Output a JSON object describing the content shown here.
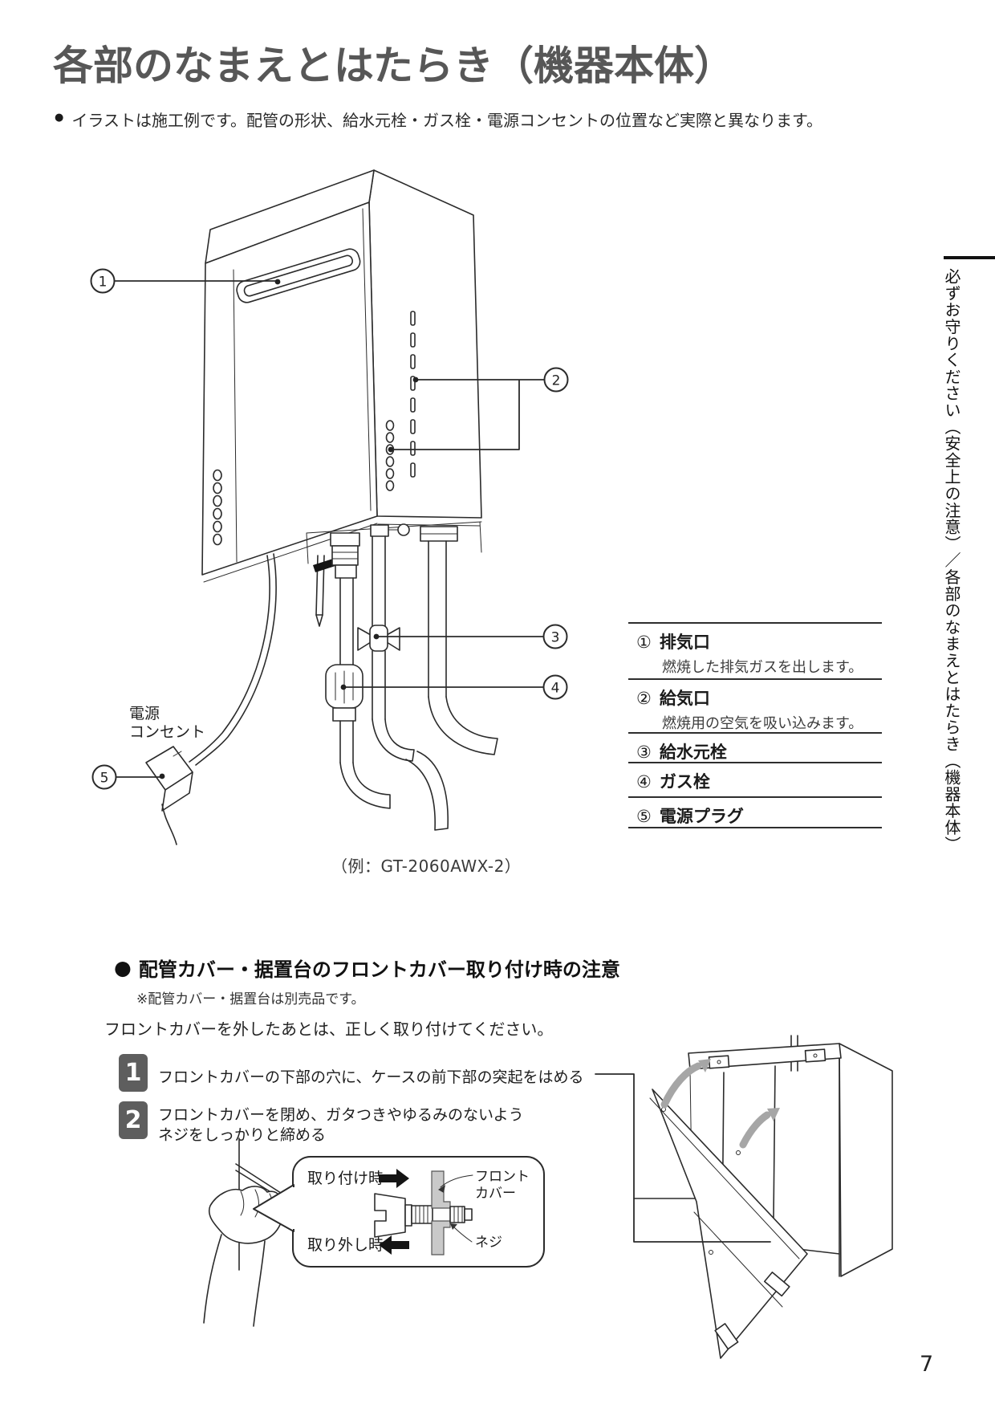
{
  "page": {
    "title": "各部のなまえとはたらき（機器本体）",
    "intro_bullet": "●",
    "intro_text": "イラストは施工例です。配管の形状、給水元栓・ガス栓・電源コンセントの位置など実際と異なります。",
    "side_tab_text": "必ずお守りください（安全上の注意）／各部のなまえとはたらき（機器本体）",
    "page_number": "7"
  },
  "diagram": {
    "caption": "（例：GT-2060AWX-2）",
    "outlet_label_1": "電源",
    "outlet_label_2": "コンセント",
    "callout_1": "1",
    "callout_2": "2",
    "callout_3": "3",
    "callout_4": "4",
    "callout_5": "5"
  },
  "parts_table": {
    "rows": [
      {
        "num": "①",
        "name": "排気口",
        "desc": "燃焼した排気ガスを出します。"
      },
      {
        "num": "②",
        "name": "給気口",
        "desc": "燃焼用の空気を吸い込みます。"
      },
      {
        "num": "③",
        "name": "給水元栓"
      },
      {
        "num": "④",
        "name": "ガス栓"
      },
      {
        "num": "⑤",
        "name": "電源プラグ"
      }
    ]
  },
  "notice": {
    "bullet": "●",
    "heading": "配管カバー・据置台のフロントカバー取り付け時の注意",
    "note": "※配管カバー・据置台は別売品です。",
    "lead": "フロントカバーを外したあとは、正しく取り付けてください。",
    "step1_num": "1",
    "step1_text": "フロントカバーの下部の穴に、ケースの前下部の突起をはめる",
    "step2_num": "2",
    "step2_line1": "フロントカバーを閉め、ガタつきやゆるみのないよう",
    "step2_line2": "ネジをしっかりと締める",
    "inset": {
      "attach": "取り付け時",
      "detach": "取り外し時",
      "cover_label_1": "フロント",
      "cover_label_2": "カバー",
      "screw_label": "ネジ"
    }
  }
}
